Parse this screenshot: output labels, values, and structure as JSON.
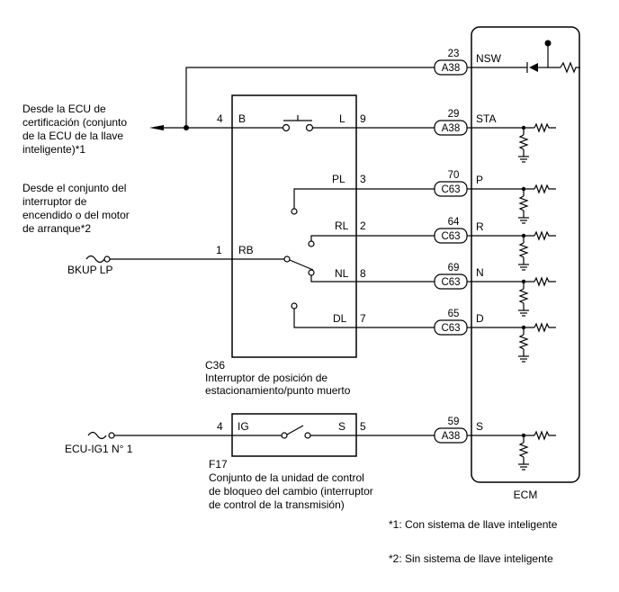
{
  "left_notes": {
    "ecu_cert": [
      "Desde la ECU de",
      "certificación (conjunto",
      "de la ECU de la llave",
      "inteligente)*1"
    ],
    "ignition": [
      "Desde el conjunto del",
      "interruptor de",
      "encendido o del motor",
      "de arranque*2"
    ],
    "bkup": "BKUP LP",
    "ecu_ig1": "ECU-IG1 N° 1"
  },
  "switch_c36": {
    "code": "C36",
    "desc": [
      "Interruptor de posición de",
      "estacionamiento/punto muerto"
    ],
    "pins": {
      "b_num": "4",
      "b_label": "B",
      "l_num": "9",
      "l_label": "L",
      "rb_num": "1",
      "rb_label": "RB",
      "pl_num": "3",
      "pl_label": "PL",
      "rl_num": "2",
      "rl_label": "RL",
      "nl_num": "8",
      "nl_label": "NL",
      "dl_num": "7",
      "dl_label": "DL"
    }
  },
  "switch_f17": {
    "code": "F17",
    "desc": [
      "Conjunto de la unidad de control",
      "de bloqueo del cambio (interruptor",
      "de control de la transmisión)"
    ],
    "pins": {
      "ig_num": "4",
      "ig_label": "IG",
      "s_num": "5",
      "s_label": "S"
    }
  },
  "ecm": {
    "label": "ECM",
    "terminals": [
      {
        "pin": "23",
        "connector": "A38",
        "signal": "NSW"
      },
      {
        "pin": "29",
        "connector": "A38",
        "signal": "STA"
      },
      {
        "pin": "70",
        "connector": "C63",
        "signal": "P"
      },
      {
        "pin": "64",
        "connector": "C63",
        "signal": "R"
      },
      {
        "pin": "69",
        "connector": "C63",
        "signal": "N"
      },
      {
        "pin": "65",
        "connector": "C63",
        "signal": "D"
      },
      {
        "pin": "59",
        "connector": "A38",
        "signal": "S"
      }
    ]
  },
  "footnotes": [
    "*1: Con sistema de llave inteligente",
    "*2: Sin sistema de llave inteligente"
  ]
}
